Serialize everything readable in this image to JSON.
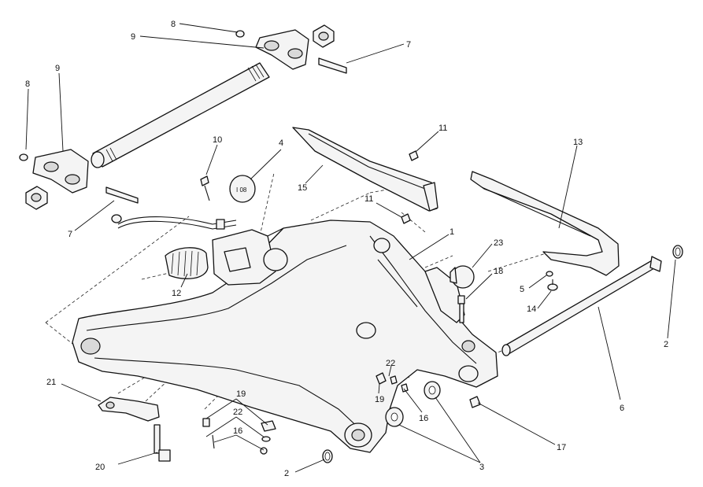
{
  "callouts": {
    "c8a": "8",
    "c9a": "9",
    "c7a": "7",
    "c8b": "8",
    "c9b": "9",
    "c7b": "7",
    "c10": "10",
    "c4": "4",
    "c11a": "11",
    "c15": "15",
    "c11b": "11",
    "c13": "13",
    "c1": "1",
    "c23": "23",
    "c18": "18",
    "c5": "5",
    "c14": "14",
    "c2a": "2",
    "c12": "12",
    "c6": "6",
    "c22a": "22",
    "c19a": "19",
    "c16a": "16",
    "c21": "21",
    "c19b": "19",
    "c22b": "22",
    "c16b": "16",
    "c20": "20",
    "c2b": "2",
    "c3": "3",
    "c17": "17"
  }
}
